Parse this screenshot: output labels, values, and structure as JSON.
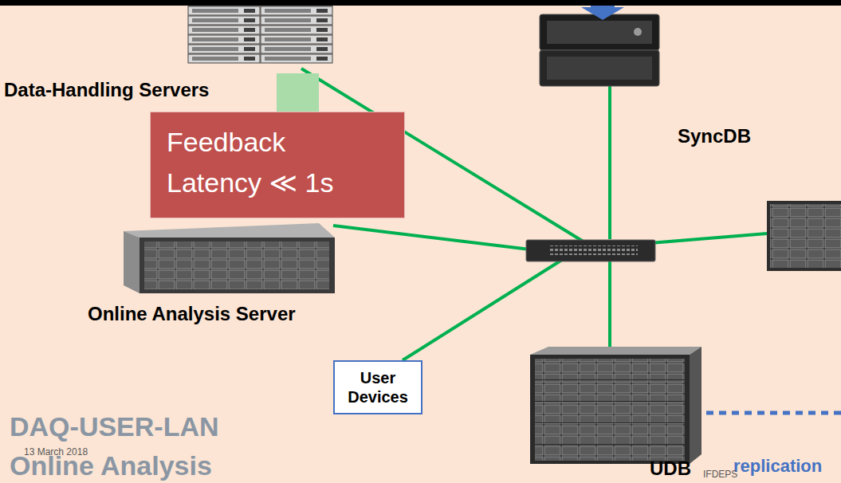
{
  "diagram": {
    "nodes": [
      {
        "text": [
          "Data-Handling Servers"
        ]
      },
      {
        "text": [
          "Feedback Latency ≪ 1s"
        ]
      },
      {
        "text": [
          "SyncDB"
        ]
      },
      {
        "text": [
          "Online Analysis Server"
        ]
      },
      {
        "text": [
          "User Devices"
        ]
      },
      {
        "text": [
          "UDB"
        ]
      }
    ],
    "labels": [
      "DAQ-USER-LAN",
      "13 March 2018",
      "Online Analysis",
      "replication",
      "IFDEPS"
    ]
  }
}
